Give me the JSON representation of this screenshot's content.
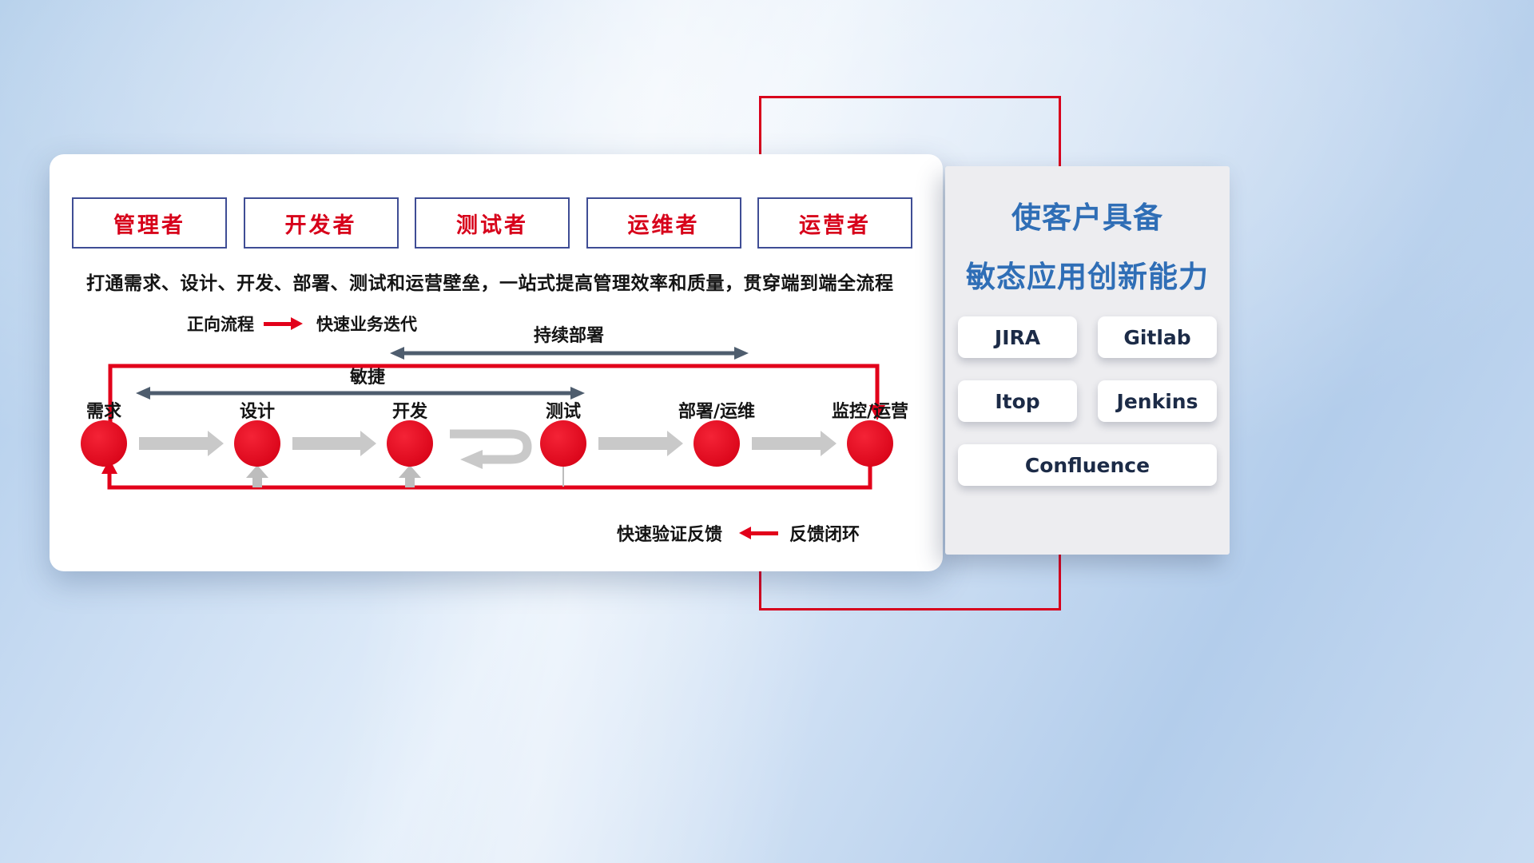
{
  "main_card": {
    "roles": [
      "管理者",
      "开发者",
      "测试者",
      "运维者",
      "运营者"
    ],
    "subtitle": "打通需求、设计、开发、部署、测试和运营壁垒，一站式提高管理效率和质量，贯穿端到端全流程",
    "forward_legend": {
      "label": "正向流程",
      "desc": "快速业务迭代"
    },
    "feedback_legend": {
      "desc": "快速验证反馈",
      "label": "反馈闭环"
    },
    "flow": {
      "stages": [
        "需求",
        "设计",
        "开发",
        "测试",
        "部署/运维",
        "监控/运营"
      ],
      "agile_span": "敏捷",
      "cd_span": "持续部署"
    }
  },
  "side_panel": {
    "title_line1": "使客户具备",
    "title_line2": "敏态应用创新能力",
    "tools": [
      "JIRA",
      "Gitlab",
      "Itop",
      "Jenkins",
      "Confluence"
    ]
  },
  "colors": {
    "accent_red": "#e2001a",
    "title_blue": "#2f6eb6",
    "role_text_red": "#d7001a",
    "role_border_blue": "#3f4d95",
    "span_arrow_slate": "#4e5d6e",
    "flow_arrow_gray": "#c9c9c9"
  }
}
